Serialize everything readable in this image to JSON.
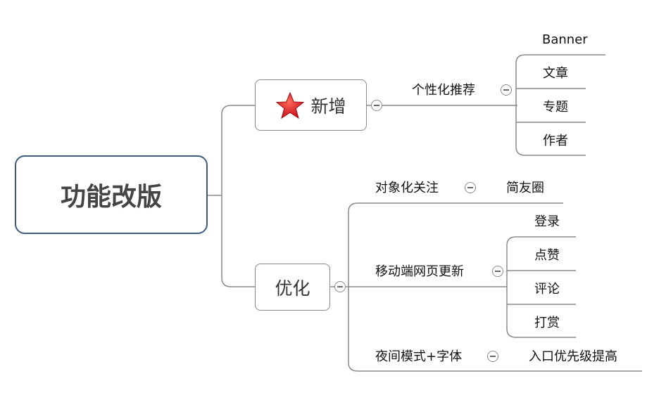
{
  "root": {
    "label": "功能改版"
  },
  "branch_new": {
    "label": "新增",
    "icon": "star-icon",
    "child": {
      "label": "个性化推荐",
      "items": [
        "Banner",
        "文章",
        "专题",
        "作者"
      ]
    }
  },
  "branch_opt": {
    "label": "优化",
    "children": [
      {
        "label": "对象化关注",
        "items": [
          "简友圈"
        ]
      },
      {
        "label": "移动端网页更新",
        "items": [
          "登录",
          "点赞",
          "评论",
          "打赏"
        ]
      },
      {
        "label": "夜间模式+字体",
        "items": [
          "入口优先级提高"
        ]
      }
    ]
  },
  "colors": {
    "connector": "#8a8a8a",
    "root_border": "#3e5a80",
    "star": "#e02020"
  }
}
